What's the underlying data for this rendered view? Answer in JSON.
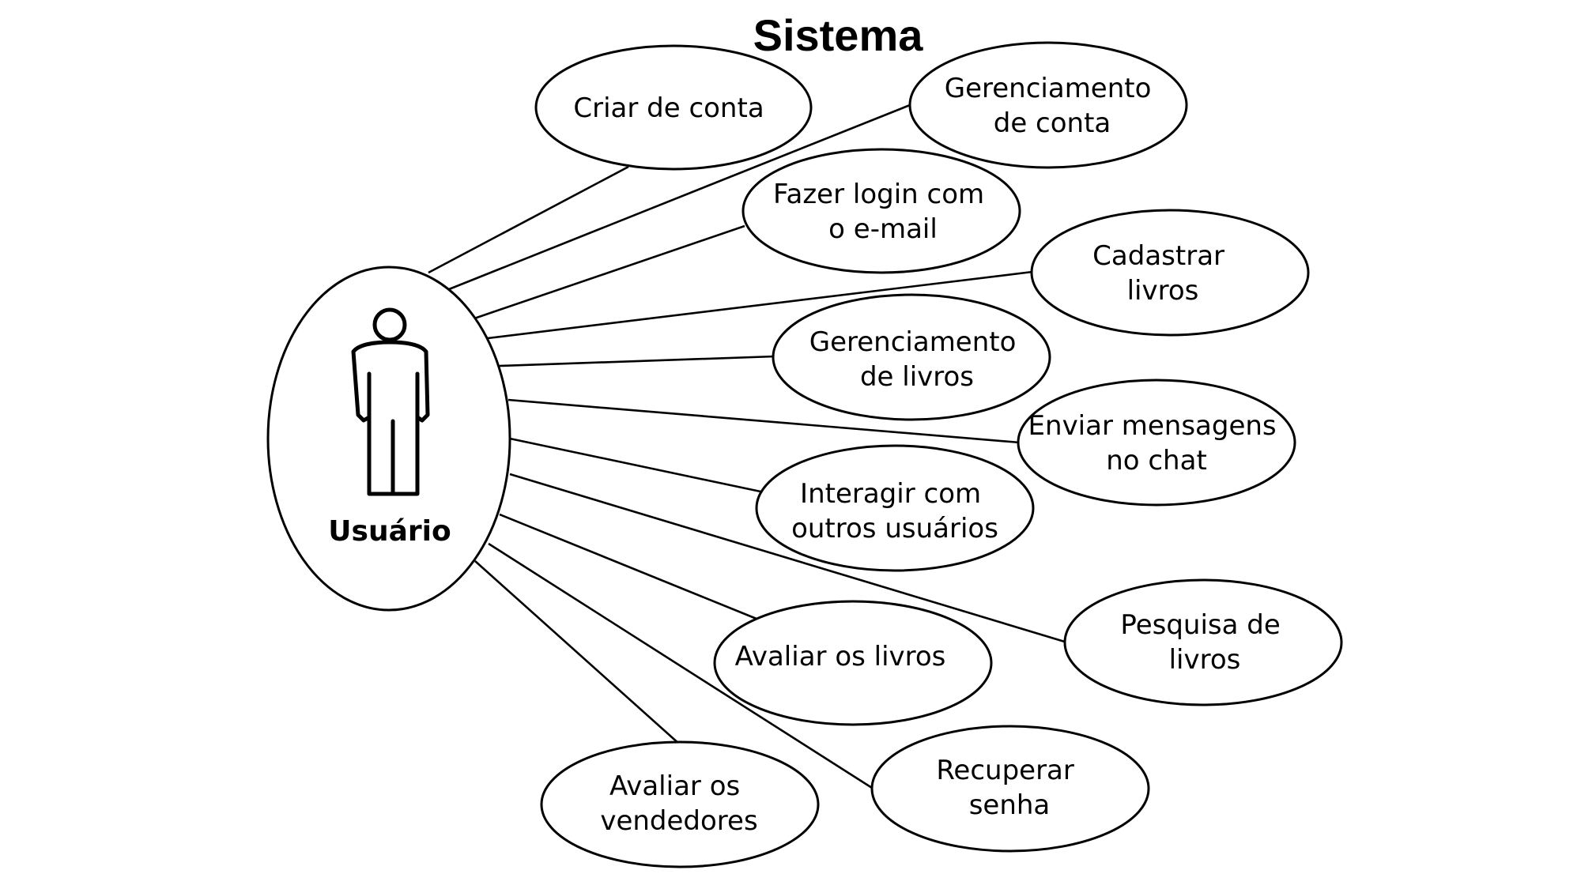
{
  "title": "Sistema",
  "actor": {
    "label": "Usuário",
    "icon": "person-icon"
  },
  "use_cases": [
    {
      "id": "criar-conta",
      "lines": [
        "Criar de conta"
      ]
    },
    {
      "id": "gerenciamento-conta",
      "lines": [
        "Gerenciamento",
        "de conta"
      ]
    },
    {
      "id": "login-email",
      "lines": [
        "Fazer login com",
        "o e-mail"
      ]
    },
    {
      "id": "cadastrar-livros",
      "lines": [
        "Cadastrar",
        "livros"
      ]
    },
    {
      "id": "gerenciamento-livros",
      "lines": [
        "Gerenciamento",
        "de livros"
      ]
    },
    {
      "id": "enviar-mensagens",
      "lines": [
        "Enviar mensagens",
        "no chat"
      ]
    },
    {
      "id": "interagir-usuarios",
      "lines": [
        "Interagir com",
        "outros usuários"
      ]
    },
    {
      "id": "pesquisa-livros",
      "lines": [
        "Pesquisa de",
        "livros"
      ]
    },
    {
      "id": "avaliar-livros",
      "lines": [
        "Avaliar os livros"
      ]
    },
    {
      "id": "avaliar-vendedores",
      "lines": [
        "Avaliar os",
        "vendedores"
      ]
    },
    {
      "id": "recuperar-senha",
      "lines": [
        "Recuperar",
        "senha"
      ]
    }
  ]
}
